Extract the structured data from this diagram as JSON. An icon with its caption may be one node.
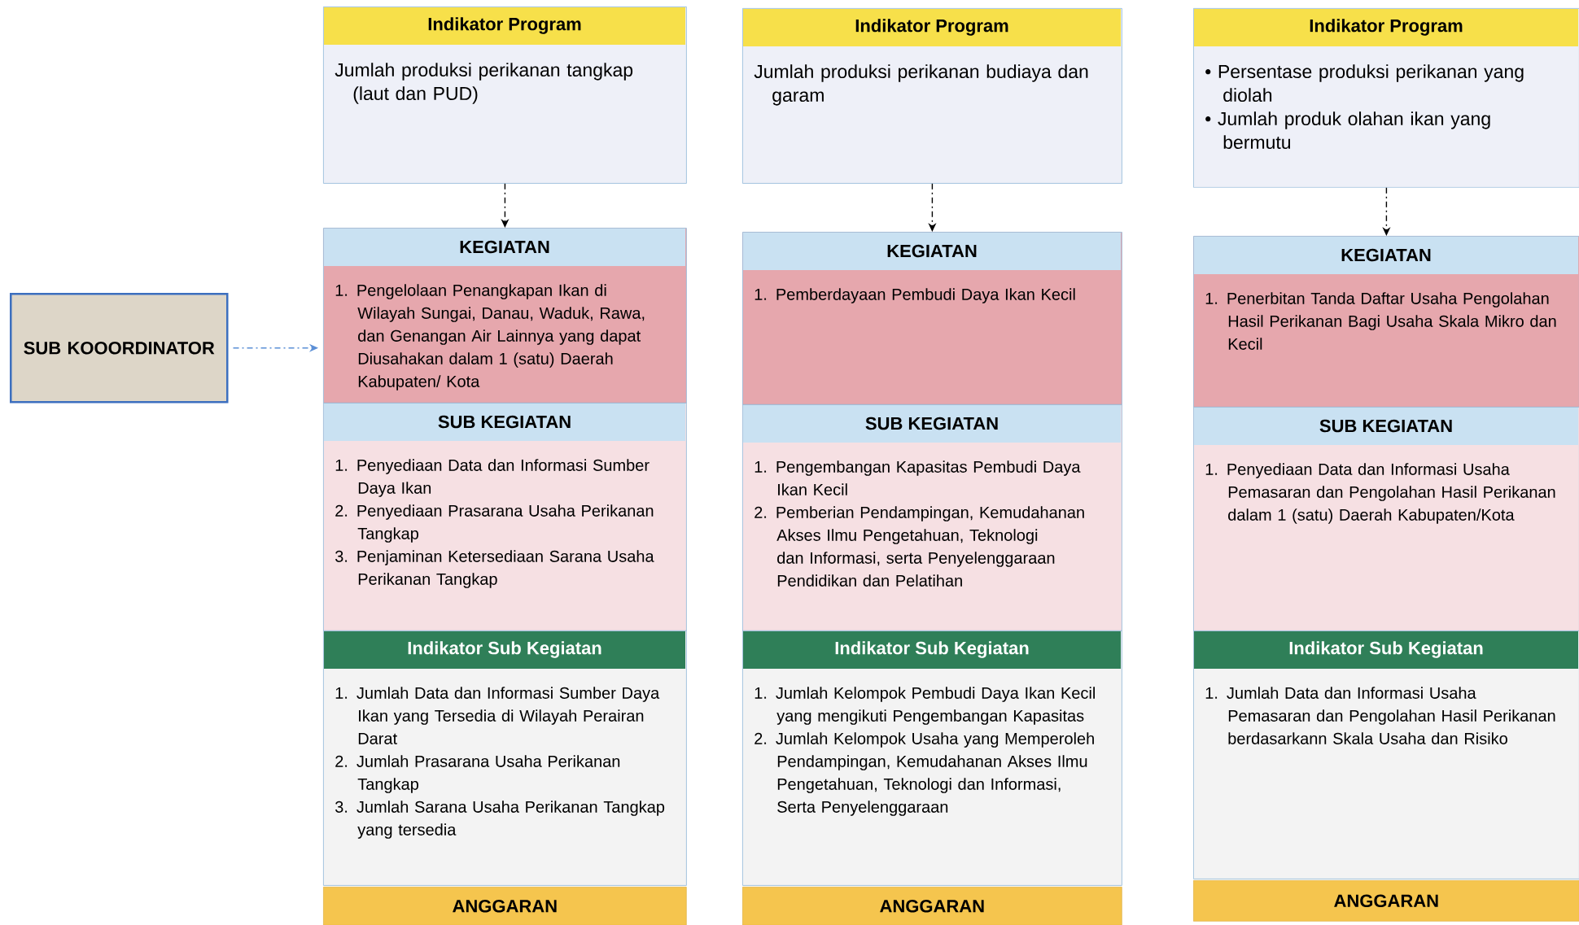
{
  "diagram": {
    "nodes": [
      {
        "text": [
          "SUB KOOORDINATOR"
        ]
      },
      {
        "text": [
          "Indikator Program",
          "Jumlah produksi perikanan tangkap (laut dan PUD)"
        ]
      },
      {
        "text": [
          "KEGIATAN",
          "1. Pengelolaan Penangkapan Ikan di Wilayah Sungai, Danau, Waduk, Rawa, dan Genangan Air Lainnya yang dapat Diusahakan dalam 1 (satu) Daerah Kabupaten/ Kota"
        ]
      },
      {
        "text": [
          "SUB KEGIATAN",
          "1. Penyediaan Data dan Informasi Sumber Daya Ikan",
          "2. Penyediaan Prasarana Usaha Perikanan Tangkap",
          "3. Penjaminan Ketersediaan Sarana Usaha Perikanan Tangkap"
        ]
      },
      {
        "text": [
          "Indikator Sub Kegiatan",
          "1. Jumlah Data dan Informasi Sumber Daya Ikan yang Tersedia di Wilayah Perairan Darat",
          "2. Jumlah Prasarana Usaha Perikanan Tangkap",
          "3. Jumlah Sarana Usaha Perikanan Tangkap yang tersedia"
        ]
      },
      {
        "text": [
          "ANGGARAN"
        ]
      },
      {
        "text": [
          "Indikator Program",
          "Jumlah produksi perikanan budiaya dan garam"
        ]
      },
      {
        "text": [
          "KEGIATAN",
          "1. Pemberdayaan Pembudi Daya Ikan Kecil"
        ]
      },
      {
        "text": [
          "SUB KEGIATAN",
          "1. Pengembangan Kapasitas Pembudi Daya Ikan Kecil",
          "2. Pemberian Pendampingan, Kemudahanan Akses Ilmu Pengetahuan, Teknologi dan Informasi, serta Penyelenggaraan Pendidikan dan Pelatihan"
        ]
      },
      {
        "text": [
          "Indikator Sub Kegiatan",
          "1. Jumlah Kelompok Pembudi Daya Ikan Kecil yang mengikuti Pengembangan Kapasitas",
          "2. Jumlah Kelompok Usaha yang Memperoleh Pendampingan, Kemudahanan Akses Ilmu Pengetahuan, Teknologi dan Informasi, Serta Penyelenggaraan"
        ]
      },
      {
        "text": [
          "ANGGARAN"
        ]
      },
      {
        "text": [
          "Indikator Program",
          "• Persentase produksi perikanan yang diolah",
          "• Jumlah produk olahan ikan yang bermutu"
        ]
      },
      {
        "text": [
          "KEGIATAN",
          "1. Penerbitan Tanda Daftar Usaha Pengolahan Hasil Perikanan Bagi Usaha Skala Mikro dan Kecil"
        ]
      },
      {
        "text": [
          "SUB KEGIATAN",
          "1. Penyediaan Data dan Informasi Usaha Pemasaran dan Pengolahan Hasil Perikanan dalam 1 (satu) Daerah Kabupaten/Kota"
        ]
      },
      {
        "text": [
          "Indikator Sub Kegiatan",
          "1. Jumlah Data dan Informasi Usaha Pemasaran dan Pengolahan Hasil Perikanan berdasarkann Skala Usaha dan Risiko"
        ]
      },
      {
        "text": [
          "ANGGARAN"
        ]
      }
    ],
    "edges": [
      {
        "from": 0,
        "to": 2,
        "arrow": "to",
        "style": "dashed",
        "color": "#5b8fd6"
      },
      {
        "from": 1,
        "to": 2,
        "arrow": "to",
        "style": "dashed"
      },
      {
        "from": 6,
        "to": 7,
        "arrow": "to",
        "style": "dashed"
      },
      {
        "from": 11,
        "to": 12,
        "arrow": "to",
        "style": "dashed"
      }
    ]
  }
}
